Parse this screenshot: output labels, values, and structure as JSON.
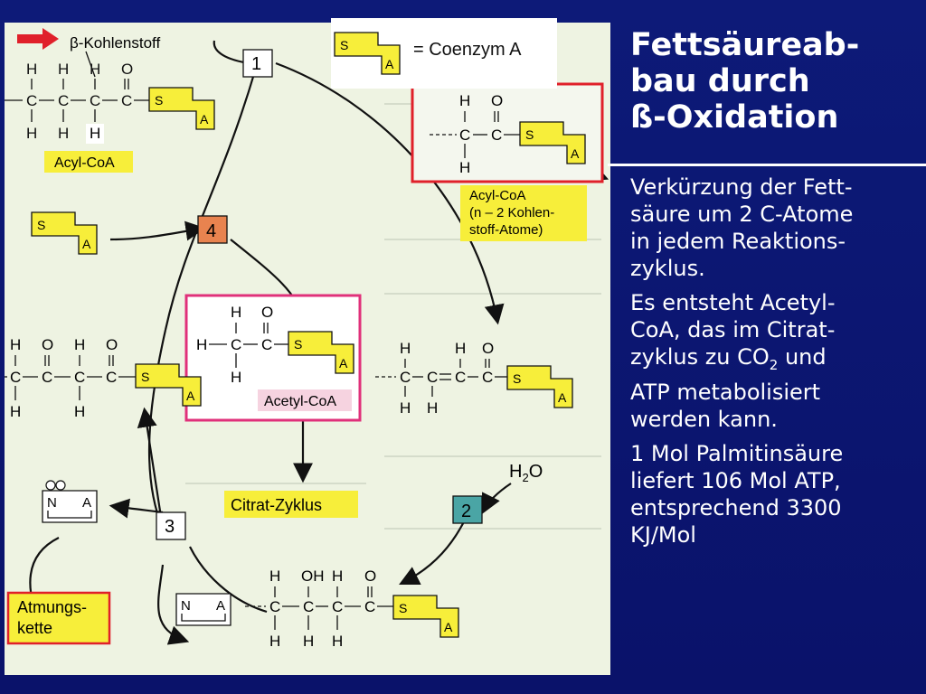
{
  "legend": {
    "sa_box_top": "S",
    "sa_box_bottom": "A",
    "text": "= Coenzym A"
  },
  "title_lines": [
    "Fettsäureab-",
    "bau durch",
    "ß-Oxidation"
  ],
  "bullets": [
    {
      "lines": [
        "Verkürzung der Fett-",
        "säure um 2 C-Atome",
        "in jedem Reaktions-",
        "zyklus."
      ]
    },
    {
      "lines": [
        "Es entsteht Acetyl-",
        "CoA, das im Citrat-",
        "zyklus zu CO",
        "ATP metabolisiert",
        "werden kann."
      ],
      "co2_sub": "2",
      "co2_tail": " und"
    },
    {
      "lines": [
        "1 Mol Palmitinsäure",
        "liefert 106 Mol ATP,",
        "entsprechend 3300",
        "KJ/Mol"
      ]
    }
  ],
  "diagram": {
    "beta_label": "β-Kohlenstoff",
    "acyl_coa_label": "Acyl-CoA",
    "acyl_coa_short_label": [
      "Acyl-CoA",
      "(n – 2 Kohlen-",
      "stoff-Atome)"
    ],
    "acetyl_coa_label": "Acetyl-CoA",
    "citrate_label": "Citrat-Zyklus",
    "respiratory_label": [
      "Atmungs-",
      "kette"
    ],
    "water_label": "H",
    "water_sub": "2",
    "water_tail": "O",
    "steps": [
      "1",
      "2",
      "3",
      "4"
    ],
    "atoms": {
      "H": "H",
      "C": "C",
      "O": "O",
      "OH": "OH",
      "S": "S",
      "A": "A",
      "N": "N"
    }
  },
  "colors": {
    "background": "#0b1466",
    "diagram_bg": "#eef3e2",
    "coa_yellow": "#f7ee3a",
    "highlight_red": "#e0202a",
    "highlight_pink": "#e0307a",
    "step4_orange": "#e8834f",
    "step2_teal": "#4aa5a5"
  }
}
